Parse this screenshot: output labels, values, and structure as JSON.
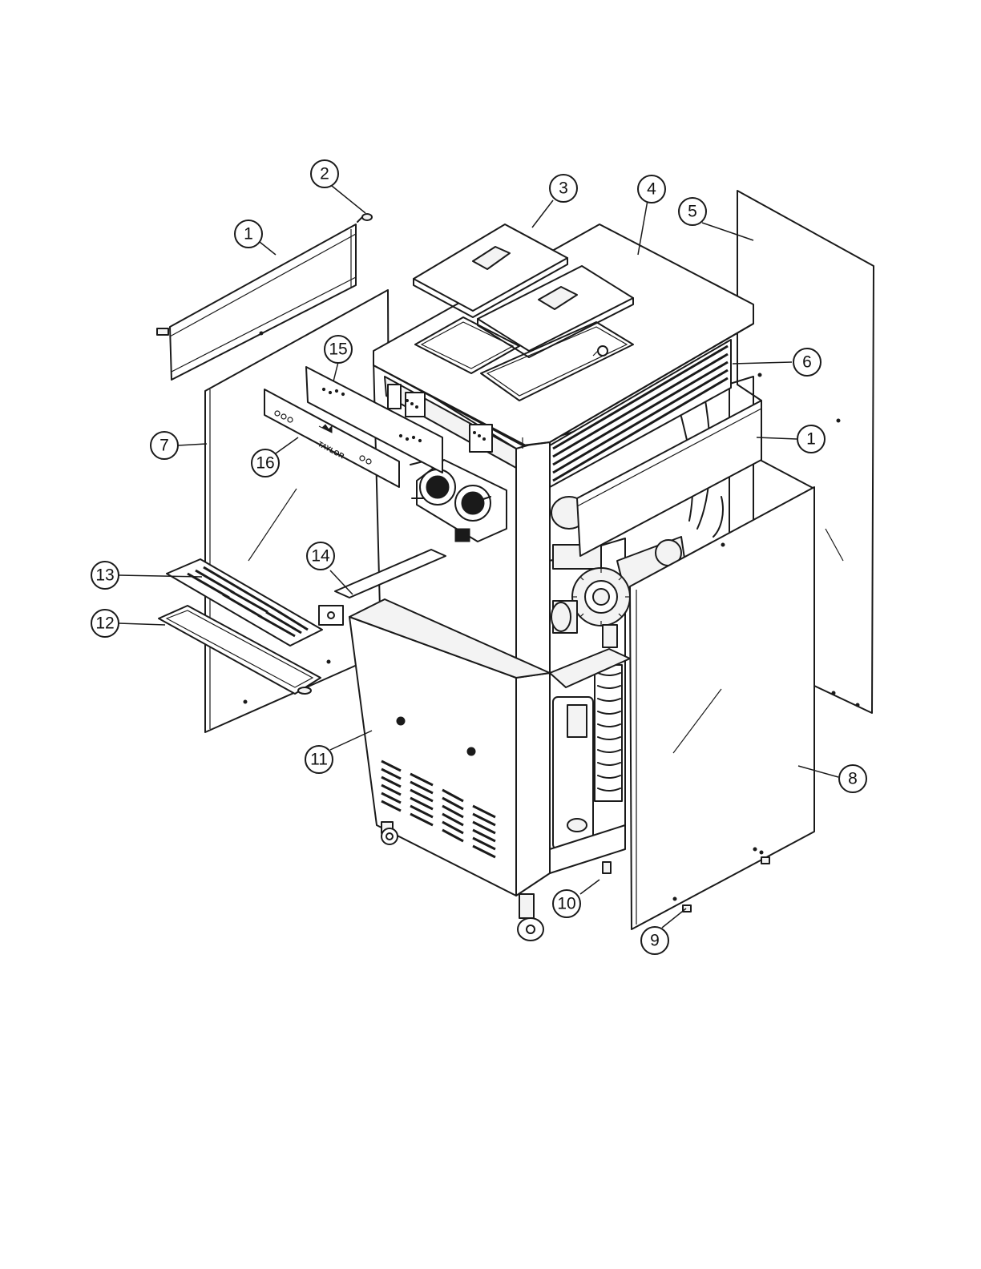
{
  "diagram": {
    "brand_label": "TAYLOR",
    "callouts": [
      {
        "id": "c1a",
        "label": "1"
      },
      {
        "id": "c2",
        "label": "2"
      },
      {
        "id": "c3",
        "label": "3"
      },
      {
        "id": "c4",
        "label": "4"
      },
      {
        "id": "c5",
        "label": "5"
      },
      {
        "id": "c6",
        "label": "6"
      },
      {
        "id": "c1b",
        "label": "1"
      },
      {
        "id": "c7",
        "label": "7"
      },
      {
        "id": "c15",
        "label": "15"
      },
      {
        "id": "c16",
        "label": "16"
      },
      {
        "id": "c13",
        "label": "13"
      },
      {
        "id": "c14",
        "label": "14"
      },
      {
        "id": "c12",
        "label": "12"
      },
      {
        "id": "c11",
        "label": "11"
      },
      {
        "id": "c8",
        "label": "8"
      },
      {
        "id": "c10",
        "label": "10"
      },
      {
        "id": "c9",
        "label": "9"
      }
    ]
  }
}
